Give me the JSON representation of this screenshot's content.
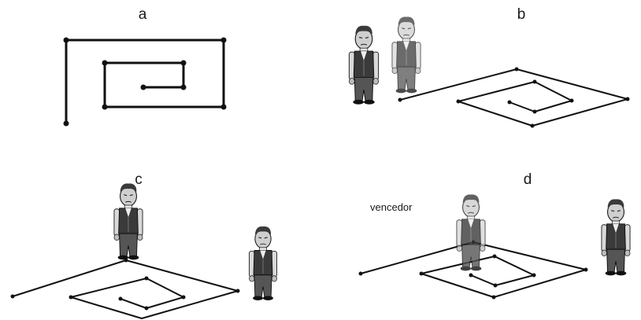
{
  "panels": {
    "a": {
      "label": "a"
    },
    "b": {
      "label": "b"
    },
    "c": {
      "label": "c"
    },
    "d": {
      "label": "d",
      "annotation": "vencedor"
    }
  },
  "colors": {
    "line": "#111111",
    "figure_dark": "#2b2b2b",
    "figure_mid": "#6e6e6e",
    "figure_light": "#bdbdbd",
    "background": "#ffffff"
  },
  "icons": {
    "figure": "standing-man-icon"
  }
}
